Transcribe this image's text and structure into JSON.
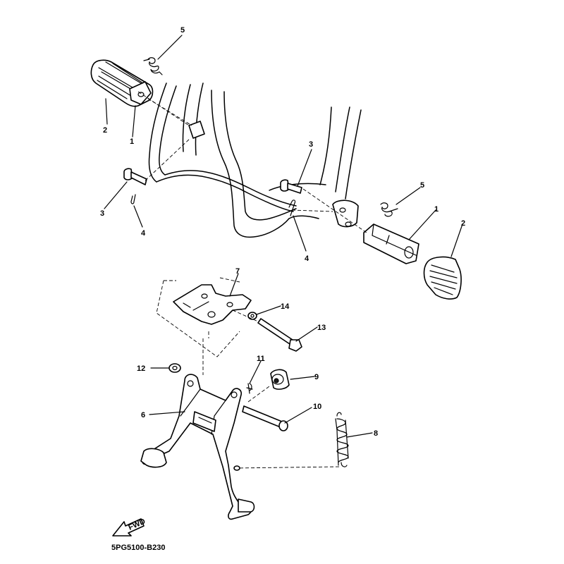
{
  "diagram": {
    "code": "5PG5100-B230",
    "fwd": "FWD",
    "callouts": {
      "c1a": "1",
      "c1b": "1",
      "c2a": "2",
      "c2b": "2",
      "c3a": "3",
      "c3b": "3",
      "c4a": "4",
      "c4b": "4",
      "c5a": "5",
      "c5b": "5",
      "c6": "6",
      "c7": "7",
      "c8": "8",
      "c9": "9",
      "c10": "10",
      "c11": "11",
      "c12": "12",
      "c13": "13",
      "c14": "14"
    }
  }
}
